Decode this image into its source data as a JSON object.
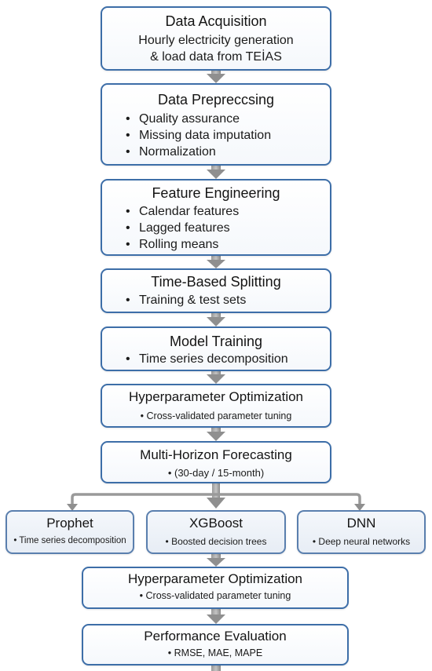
{
  "stages": {
    "acquisition": {
      "title": "Data Acquisition",
      "lines": [
        "Hourly electricity generation",
        "& load data from TEİAS"
      ]
    },
    "preprocessing": {
      "title": "Data Prepreccsing",
      "bullets": [
        "Quality assurance",
        "Missing data imputation",
        "Normalization"
      ]
    },
    "feature_engineering": {
      "title": "Feature Engineering",
      "bullets": [
        "Calendar features",
        "Lagged features",
        "Rolling means"
      ]
    },
    "splitting": {
      "title": "Time-Based Splitting",
      "bullets": [
        "Training & test sets"
      ]
    },
    "model_training": {
      "title": "Model Training",
      "bullets": [
        "Time series decomposition"
      ]
    },
    "hyperparam_1": {
      "title": "Hyperparameter Optimization",
      "bullet": "Cross-validated parameter tuning"
    },
    "forecasting": {
      "title": "Multi-Horizon Forecasting",
      "note": "(30-day / 15-month)"
    },
    "models": [
      {
        "title": "Prophet",
        "bullet": "Time series decomposition"
      },
      {
        "title": "XGBoost",
        "bullet": "Boosted decision trees"
      },
      {
        "title": "DNN",
        "bullet": "Deep neural networks"
      }
    ],
    "hyperparam_2": {
      "title": "Hyperparameter Optimization",
      "bullet": "Cross-validated parameter tuning"
    },
    "evaluation": {
      "title": "Performance Evaluation",
      "bullet": "RMSE, MAE, MAPE"
    }
  },
  "colors": {
    "border": "#3d6ea8",
    "arrow": "#8a8a8a",
    "box_fill": "#ffffff",
    "model_box_fill": "#eaeff6"
  }
}
